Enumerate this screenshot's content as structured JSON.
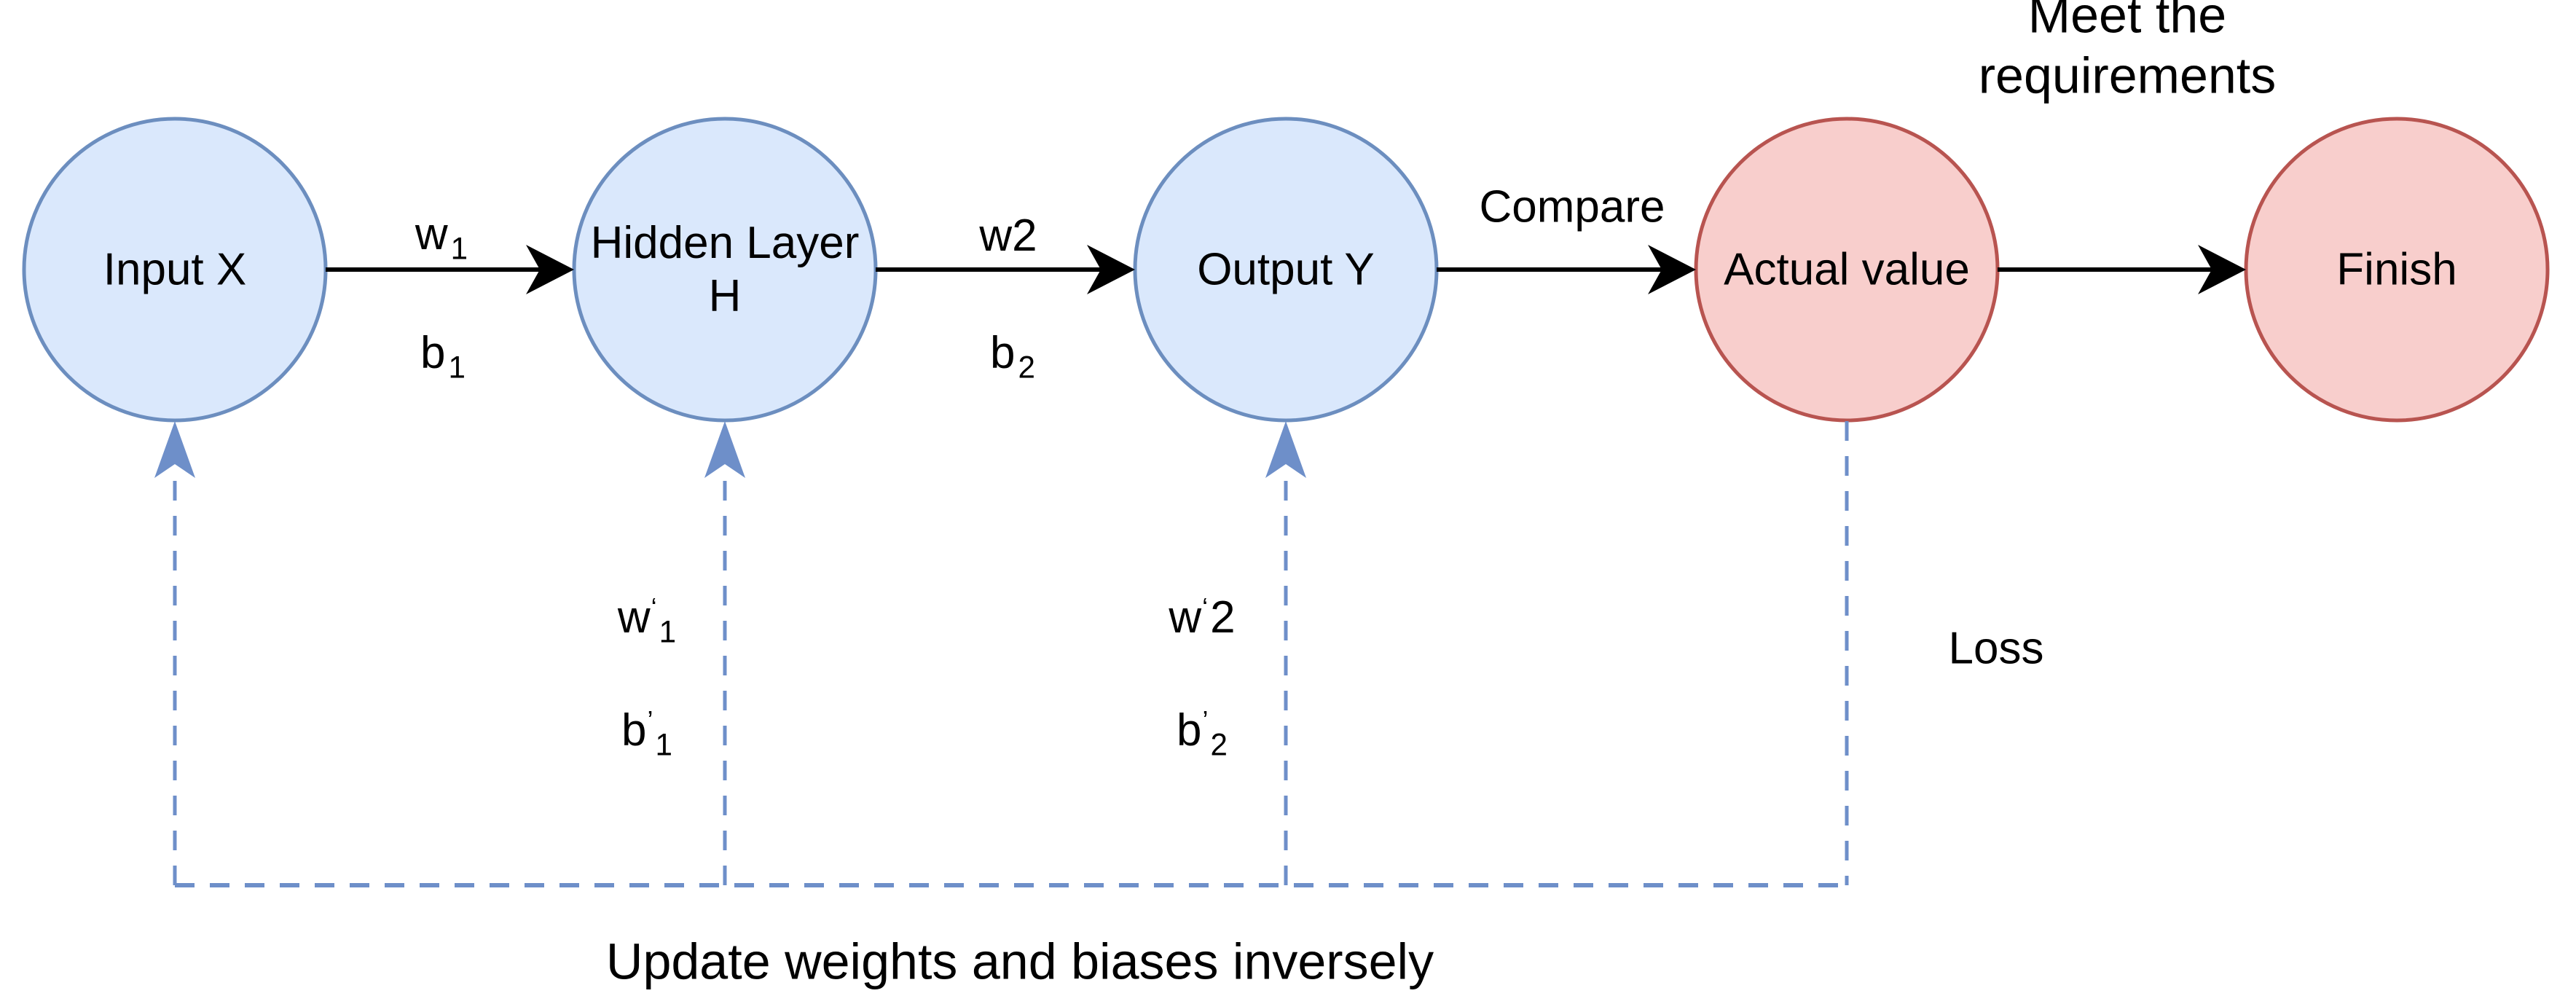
{
  "diagram": {
    "type": "flowchart",
    "background": "#ffffff",
    "top_caption": "Meet the requirements",
    "bottom_caption": "Update weights and biases inversely",
    "loss_label": "Loss",
    "nodes": [
      {
        "id": "input-x",
        "label": "Input X",
        "fill": "#dae8fc",
        "stroke": "#6c8ebf"
      },
      {
        "id": "hidden-layer",
        "label": "Hidden Layer\nH",
        "fill": "#dae8fc",
        "stroke": "#6c8ebf"
      },
      {
        "id": "output-y",
        "label": "Output Y",
        "fill": "#dae8fc",
        "stroke": "#6c8ebf"
      },
      {
        "id": "actual-value",
        "label": "Actual value",
        "fill": "#f8cecc",
        "stroke": "#b85450"
      },
      {
        "id": "finish",
        "label": "Finish",
        "fill": "#f8cecc",
        "stroke": "#b85450"
      }
    ],
    "forward_edges": [
      {
        "from": "input-x",
        "to": "hidden-layer",
        "label_above": {
          "base": "w",
          "mark": "",
          "sub": "1",
          "tail": ""
        },
        "label_below": {
          "base": "b",
          "mark": "",
          "sub": "1",
          "tail": ""
        }
      },
      {
        "from": "hidden-layer",
        "to": "output-y",
        "label_above": {
          "base": "w2",
          "mark": "",
          "sub": "",
          "tail": ""
        },
        "label_below": {
          "base": "b",
          "mark": "",
          "sub": "2",
          "tail": ""
        }
      },
      {
        "from": "output-y",
        "to": "actual-value",
        "label_above": {
          "base": "Compare",
          "mark": "",
          "sub": "",
          "tail": ""
        }
      },
      {
        "from": "actual-value",
        "to": "finish"
      }
    ],
    "feedback": {
      "style": "dashed",
      "color": "#6e8fc9",
      "from": "actual-value",
      "targets": [
        "input-x",
        "hidden-layer",
        "output-y"
      ],
      "labels": [
        {
          "base": "w",
          "mark": "‘",
          "sub": "1",
          "tail": ""
        },
        {
          "base": "b",
          "mark": "’",
          "sub": "1",
          "tail": ""
        },
        {
          "base": "w",
          "mark": "‘",
          "sub": "",
          "tail": "2"
        },
        {
          "base": "b",
          "mark": "’",
          "sub": "2",
          "tail": ""
        }
      ]
    },
    "colors": {
      "arrow": "#000000",
      "text": "#000000"
    }
  }
}
